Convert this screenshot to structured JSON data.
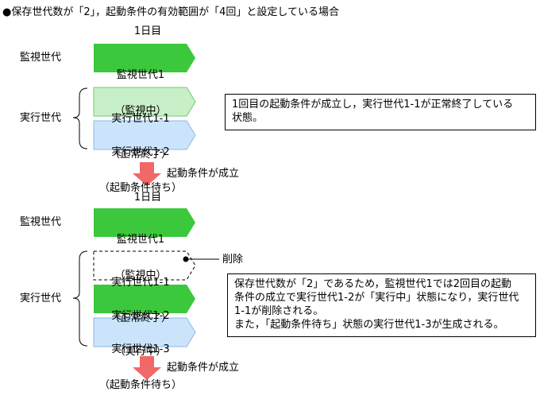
{
  "title": "●保存世代数が「2」，起動条件の有効範囲が「4回」と設定している場合",
  "colors": {
    "monitor_fill": "#3cc83c",
    "done_fill": "#c8f0c8",
    "done_stroke": "#70c870",
    "running_fill": "#3cc83c",
    "waiting_fill": "#cce4fb",
    "waiting_stroke": "#8ab8e8",
    "arrow_fill": "#f06868"
  },
  "icons": {
    "transition": "down-arrow-icon"
  },
  "section1": {
    "day_label": "1日目",
    "monitor_row_label": "監視世代",
    "monitor_chevron": {
      "line1": "監視世代1",
      "line2": "（監視中）"
    },
    "exec_row_label": "実行世代",
    "exec_chevrons": [
      {
        "line1": "実行世代1-1",
        "line2": "（正常終了）"
      },
      {
        "line1": "実行世代1-2",
        "line2": "（起動条件待ち）"
      }
    ],
    "note_line1": "1回目の起動条件が成立し，実行世代1-1が正常終了している",
    "note_line2": "状態。"
  },
  "transition1": {
    "label": "起動条件が成立"
  },
  "section2": {
    "day_label": "1日目",
    "monitor_row_label": "監視世代",
    "monitor_chevron": {
      "line1": "監視世代1",
      "line2": "（監視中）"
    },
    "exec_row_label": "実行世代",
    "exec_chevrons": [
      {
        "line1": "実行世代1-1",
        "line2": "（正常終了）"
      },
      {
        "line1": "実行世代1-2",
        "line2": "（実行中）"
      },
      {
        "line1": "実行世代1-3",
        "line2": "（起動条件待ち）"
      }
    ],
    "delete_label": "削除",
    "note_line1": "保存世代数が「2」であるため，監視世代1では2回目の起動",
    "note_line2": "条件の成立で実行世代1-2が「実行中」状態になり，実行世代",
    "note_line3": "1-1が削除される。",
    "note_line4": "また，「起動条件待ち」状態の実行世代1-3が生成される。"
  },
  "transition2": {
    "label": "起動条件が成立"
  }
}
